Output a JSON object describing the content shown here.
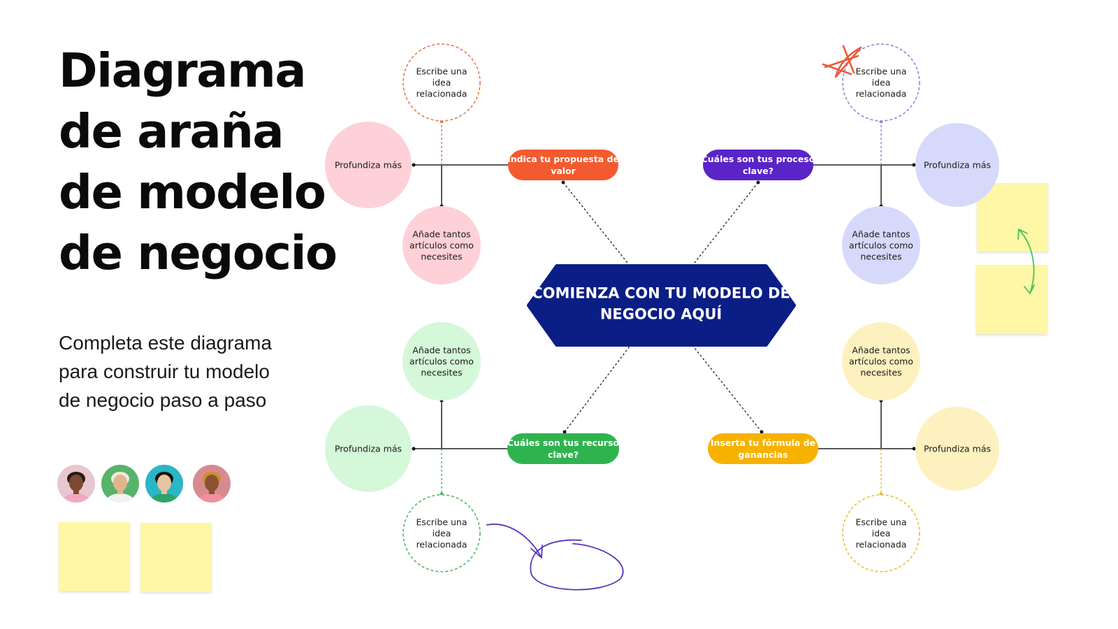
{
  "title_lines": [
    "Diagrama",
    "de araña",
    "de modelo",
    "de negocio"
  ],
  "subtitle_lines": [
    "Completa este diagrama",
    "para construir tu modelo",
    "de negocio paso a paso"
  ],
  "avatars": [
    {
      "name": "avatar-1",
      "bg": "#e9c7cf",
      "skin": "#7a4a33",
      "hair": "#2a1a12",
      "shirt": "#f3a8bd"
    },
    {
      "name": "avatar-2",
      "bg": "#58b36a",
      "skin": "#e2b48e",
      "hair": "#efe7dc",
      "shirt": "#f2f2f2"
    },
    {
      "name": "avatar-3",
      "bg": "#29b6c6",
      "skin": "#e8c3a0",
      "hair": "#1a1410",
      "shirt": "#2ea36b"
    },
    {
      "name": "avatar-4",
      "bg": "#d88a8f",
      "skin": "#8a5232",
      "hair": "#c9922c",
      "shirt": "#f08fa2"
    }
  ],
  "center": {
    "lines": [
      "COMIENZA CON TU MODELO DE",
      "NEGOCIO AQUÍ"
    ],
    "color": "#0b1e86"
  },
  "branches": [
    {
      "id": "tl",
      "color": "#f35a2f",
      "pill": [
        "Indica tu propuesta de",
        "valor"
      ],
      "deep": "Profundiza más",
      "deep_fill": "#fdd1d7",
      "idea": [
        "Escribe una",
        "idea",
        "relacionada"
      ],
      "idea_stroke": "#e2794f",
      "items": [
        "Añade tantos",
        "artículos como",
        "necesites"
      ],
      "items_fill": "#fdd1d7"
    },
    {
      "id": "tr",
      "color": "#5a24c8",
      "pill": [
        "¿Cuáles son tus procesos",
        "clave?"
      ],
      "deep": "Profundiza más",
      "deep_fill": "#d7d9fb",
      "idea": [
        "Escribe una",
        "idea",
        "relacionada"
      ],
      "idea_stroke": "#8d85e0",
      "items": [
        "Añade tantos",
        "artículos como",
        "necesites"
      ],
      "items_fill": "#d7d9fb"
    },
    {
      "id": "bl",
      "color": "#2fb34f",
      "pill": [
        "¿Cuáles son tus recursos",
        "clave?"
      ],
      "deep": "Profundiza más",
      "deep_fill": "#d5f7da",
      "idea": [
        "Escribe una",
        "idea",
        "relacionada"
      ],
      "idea_stroke": "#4fb86a",
      "items": [
        "Añade tantos",
        "artículos como",
        "necesites"
      ],
      "items_fill": "#d5f7da"
    },
    {
      "id": "br",
      "color": "#f7b200",
      "pill": [
        "Inserta tu fórmula de",
        "ganancias"
      ],
      "deep": "Profundiza más",
      "deep_fill": "#fdf1bf",
      "idea": [
        "Escribe una",
        "idea",
        "relacionada"
      ],
      "idea_stroke": "#e6bf3a",
      "items": [
        "Añade tantos",
        "artículos como",
        "necesites"
      ],
      "items_fill": "#fdf1bf"
    }
  ],
  "colors": {
    "sticky": "#fdf7a6",
    "annotation_star": "#ee5a3a",
    "annotation_swirl": "#5a34b8",
    "annotation_arrow": "#4bbf5f"
  }
}
